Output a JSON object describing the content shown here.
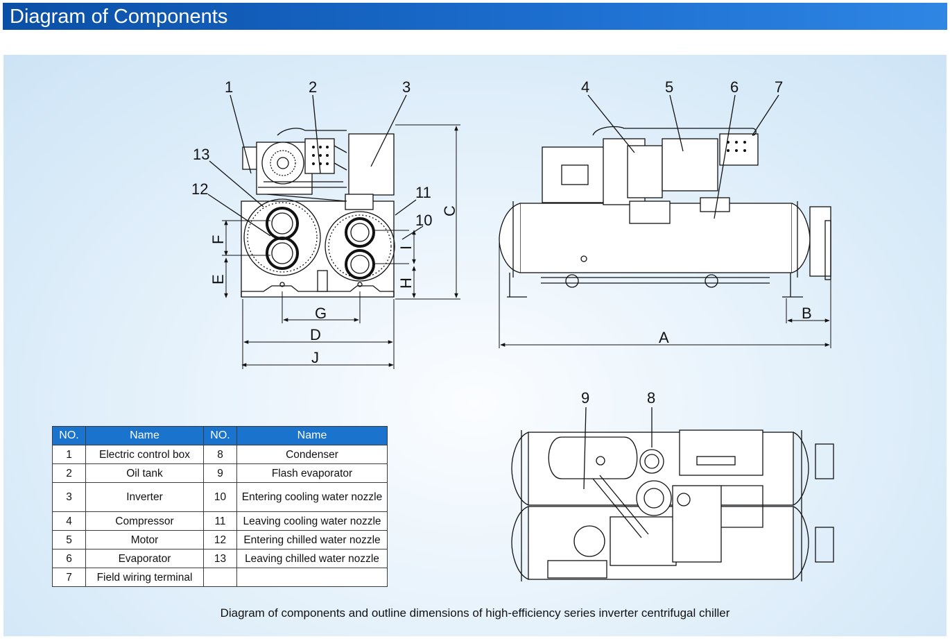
{
  "header": {
    "title": "Diagram of Components"
  },
  "callouts": {
    "n1": "1",
    "n2": "2",
    "n3": "3",
    "n4": "4",
    "n5": "5",
    "n6": "6",
    "n7": "7",
    "n8": "8",
    "n9": "9",
    "n10": "10",
    "n11": "11",
    "n12": "12",
    "n13": "13"
  },
  "dimensions": {
    "a": "A",
    "b": "B",
    "c": "C",
    "d": "D",
    "e": "E",
    "f": "F",
    "g": "G",
    "h": "H",
    "i": "I",
    "j": "J"
  },
  "legend": {
    "headers": [
      "NO.",
      "Name",
      "NO.",
      "Name"
    ],
    "rows": [
      [
        "1",
        "Electric control box",
        "8",
        "Condenser"
      ],
      [
        "2",
        "Oil tank",
        "9",
        "Flash evaporator"
      ],
      [
        "3",
        "Inverter",
        "10",
        "Entering cooling water nozzle"
      ],
      [
        "4",
        "Compressor",
        "11",
        "Leaving cooling water nozzle"
      ],
      [
        "5",
        "Motor",
        "12",
        "Entering chilled water nozzle"
      ],
      [
        "6",
        "Evaporator",
        "13",
        "Leaving chilled water nozzle"
      ],
      [
        "7",
        "Field wiring terminal",
        "",
        ""
      ]
    ]
  },
  "caption": "Diagram of components and outline dimensions of high-efficiency series inverter centrifugal chiller",
  "colors": {
    "header_blue": "#1a5fb8",
    "table_header": "#1a73cc",
    "panel_bg": "#dcecf8"
  }
}
